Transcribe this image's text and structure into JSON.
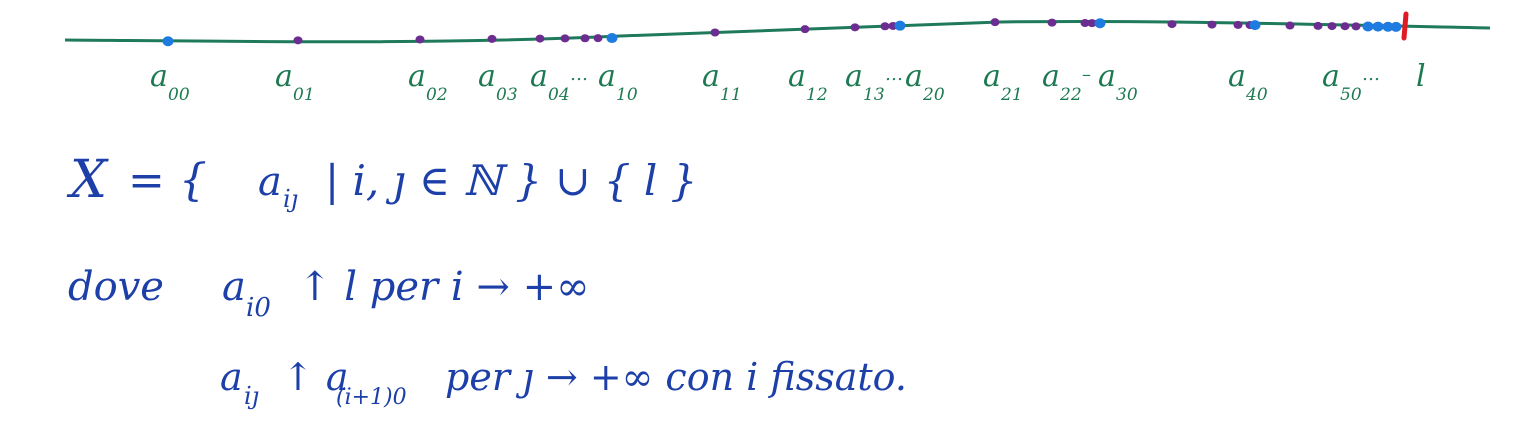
{
  "colors": {
    "line": "#1f7a5c",
    "label": "#1e7a52",
    "ink": "#1d3fa8",
    "dot_purple": "#6b2d8f",
    "dot_blue": "#1e7be0",
    "limit_mark": "#e01b24"
  },
  "number_line": {
    "labels": [
      {
        "base": "a",
        "sub": "00"
      },
      {
        "base": "a",
        "sub": "01"
      },
      {
        "base": "a",
        "sub": "02"
      },
      {
        "base": "a",
        "sub": "03"
      },
      {
        "base": "a",
        "sub": "04",
        "suffix": "…"
      },
      {
        "base": "a",
        "sub": "10"
      },
      {
        "base": "a",
        "sub": "11"
      },
      {
        "base": "a",
        "sub": "12"
      },
      {
        "base": "a",
        "sub": "13",
        "suffix": "…"
      },
      {
        "base": "a",
        "sub": "20"
      },
      {
        "base": "a",
        "sub": "21"
      },
      {
        "base": "a",
        "sub": "22",
        "suffix": "–"
      },
      {
        "base": "a",
        "sub": "30"
      },
      {
        "base": "a",
        "sub": "40"
      },
      {
        "base": "a",
        "sub": "50",
        "suffix": "…"
      },
      {
        "base": "l",
        "sub": ""
      }
    ]
  },
  "notes": {
    "line1": {
      "x": "X",
      "eq": "= {",
      "a": "a",
      "sub": "iȷ",
      "rest": "|  i, ȷ ∈ ℕ }  ∪  { l }"
    },
    "line2": {
      "word": "dove",
      "a": "a",
      "sub": "i0",
      "rest": "↑ l   per   i → +∞"
    },
    "line3": {
      "a": "a",
      "sub": "iȷ",
      "mid": "↑ a",
      "sub2": "(i+1)0",
      "rest": "per  ȷ → +∞   con  i  fissato."
    }
  }
}
